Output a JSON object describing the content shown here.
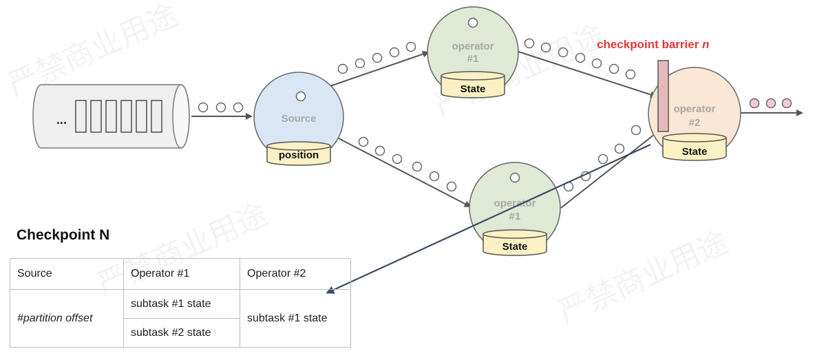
{
  "diagram": {
    "queue": {
      "label": "..."
    },
    "source": {
      "label": "Source",
      "store_label": "position"
    },
    "operator1_top": {
      "label_line1": "operator",
      "label_line2": "#1",
      "store_label": "State"
    },
    "operator1_bottom": {
      "label_line1": "operator",
      "label_line2": "#1",
      "store_label": "State"
    },
    "operator2": {
      "label_line1": "operator",
      "label_line2": "#2",
      "store_label": "State"
    },
    "barrier": {
      "label_prefix": "checkpoint barrier ",
      "label_suffix": "n"
    },
    "colors": {
      "source_fill": "#dae6f4",
      "operator1_fill": "#dfe9d6",
      "operator2_fill": "#fbe7d5",
      "store_fill": "#fbf1c4",
      "barrier_fill": "#e7b9bd",
      "barrier_label": "#e53935",
      "record_pink": "#f2ccd4",
      "arrow": "#555555",
      "link": "#3c4a63"
    },
    "watermark": "严禁商业用途"
  },
  "checkpoint": {
    "title": "Checkpoint N",
    "headers": [
      "Source",
      "Operator #1",
      "Operator #2"
    ],
    "source_value": "#partition offset",
    "operator1_rows": [
      "subtask #1 state",
      "subtask #2 state"
    ],
    "operator2_value": "subtask #1 state"
  }
}
